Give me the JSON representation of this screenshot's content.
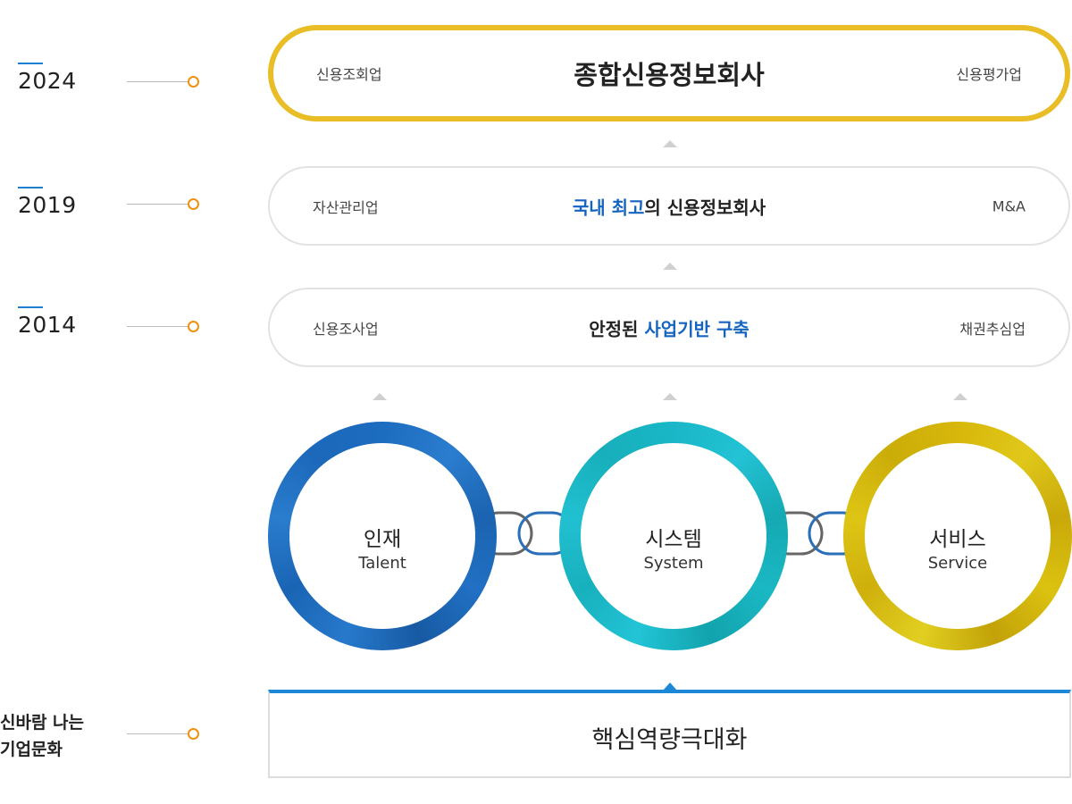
{
  "timeline": {
    "years": [
      "2024",
      "2019",
      "2014"
    ],
    "culture": "신바람 나는\n기업문화"
  },
  "tiers": [
    {
      "left": "신용조회업",
      "center": "종합신용정보회사",
      "right": "신용평가업"
    },
    {
      "left": "자산관리업",
      "center_blue": "국내 최고",
      "center_rest": "의 신용정보회사",
      "right": "M&A"
    },
    {
      "left": "신용조사업",
      "center_prefix": "안정된 ",
      "center_blue": "사업기반 구축",
      "right": "채권추심업"
    }
  ],
  "rings": [
    {
      "ko": "인재",
      "en": "Talent",
      "color": "#1c6cbf"
    },
    {
      "ko": "시스템",
      "en": "System",
      "color": "#19b7c7"
    },
    {
      "ko": "서비스",
      "en": "Service",
      "color": "#d7b70a"
    }
  ],
  "base": {
    "title": "핵심역량극대화"
  },
  "colors": {
    "accent_orange": "#f0900e",
    "accent_blue": "#1e88d8",
    "gold": "#e9bd25",
    "text_blue": "#1565c0"
  }
}
